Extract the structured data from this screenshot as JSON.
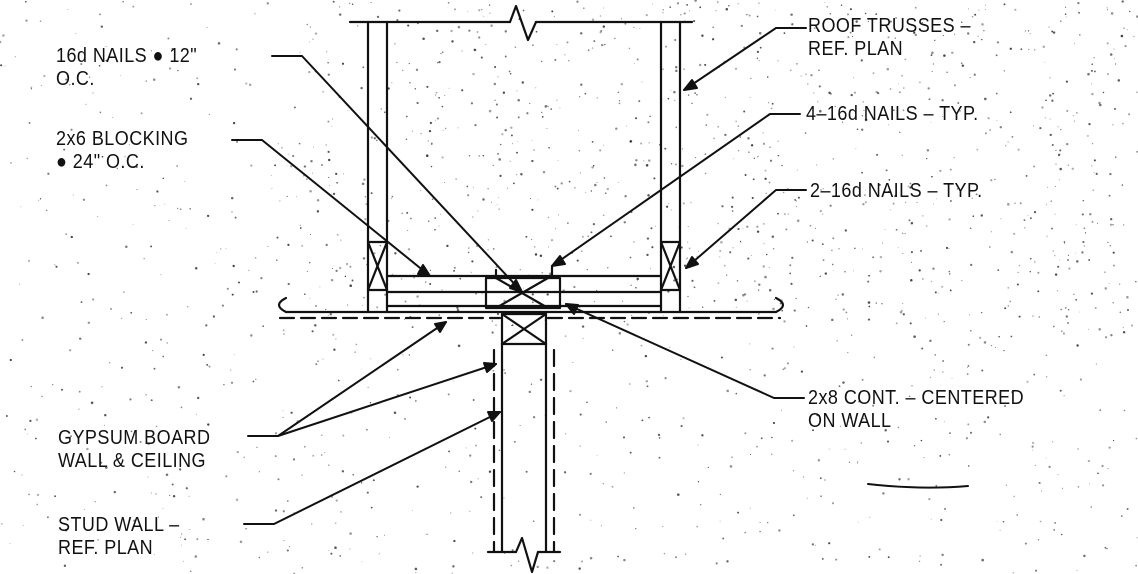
{
  "labels": {
    "nails_16d": {
      "line1": "16d NAILS ● 12\"",
      "line2": "O.C."
    },
    "blocking": {
      "line1": "2x6 BLOCKING",
      "line2": "● 24\" O.C."
    },
    "gypsum": {
      "line1": "GYPSUM BOARD",
      "line2": "WALL & CEILING"
    },
    "stud_wall": {
      "line1": "STUD WALL –",
      "line2": "REF. PLAN"
    },
    "roof_trusses": {
      "line1": "ROOF TRUSSES –",
      "line2": "REF. PLAN"
    },
    "nails_4": {
      "line1": "4–16d NAILS – TYP."
    },
    "nails_2": {
      "line1": "2–16d NAILS – TYP."
    },
    "cont_2x8": {
      "line1": "2x8 CONT. – CENTERED",
      "line2": "ON WALL"
    }
  },
  "colors": {
    "ink": "#111111",
    "paper": "#ffffff"
  }
}
